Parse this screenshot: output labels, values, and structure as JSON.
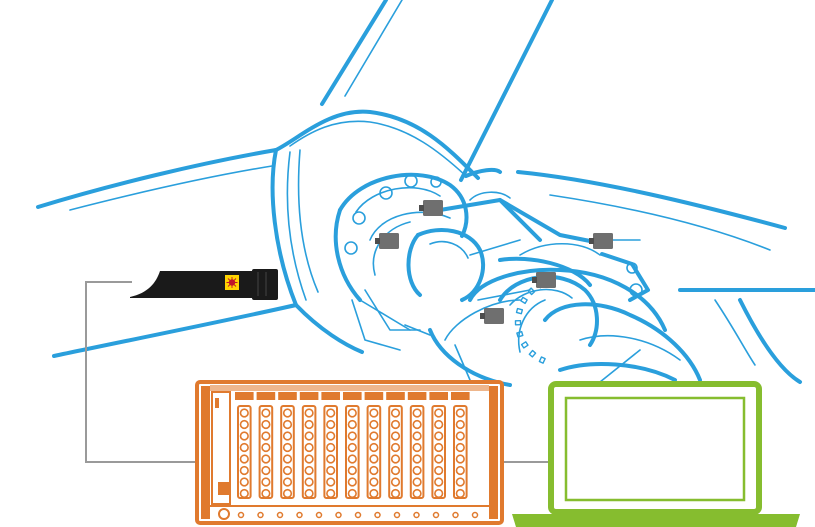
{
  "colors": {
    "outline": "#2a9fdc",
    "sensor": "#6f6f6f",
    "sensor_dark": "#4d4d4d",
    "cable": "#9a9a9a",
    "laser_body": "#1a1a1a",
    "laser_beam": "#c0152b",
    "warning_label": "#ffd400",
    "daq_frame": "#e07a2e",
    "laptop_frame": "#86bd2f",
    "background": "#ffffff"
  },
  "icons": {
    "turbine": "wind-turbine-nacelle-drawing",
    "laser": "laser-tachometer-icon",
    "warning": "laser-warning-label-icon",
    "daq": "data-acquisition-chassis-icon",
    "laptop": "laptop-icon",
    "sensor": "accelerometer-icon"
  },
  "daq": {
    "module_count": 11
  },
  "sensors": {
    "count": 5
  }
}
